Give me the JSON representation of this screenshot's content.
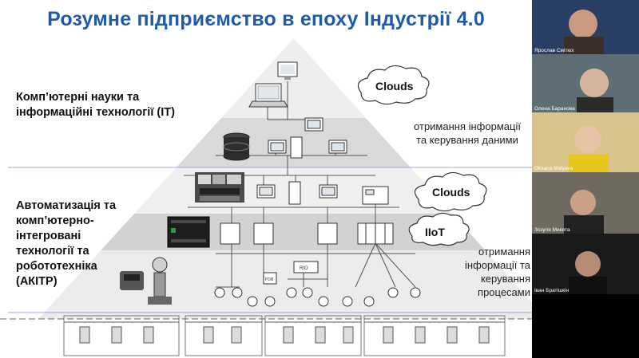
{
  "slide": {
    "title": "Розумне підприємство в епоху Індустрії 4.0",
    "it_label": [
      "Комп’ютерні науки та",
      "інформаційні технології (IT)"
    ],
    "akitr_label": [
      "Автоматизація та",
      "комп’ютерно-",
      "інтегровані",
      "технології та",
      "робототехніка",
      "(АКІТР)"
    ],
    "clouds_top": "Clouds",
    "clouds_mid": "Clouds",
    "iiot": "IIoT",
    "right_text_1": [
      "отримання інформації",
      "та керування даними"
    ],
    "right_text_2": [
      "отримання",
      "інформації та",
      "керування",
      "процесами"
    ],
    "rio_label": "RIO",
    "pdb_label": "PDB"
  },
  "participants": [
    {
      "name": "Ярослав Смітюх",
      "bg": "#2a3f66"
    },
    {
      "name": "Олена Баранова",
      "bg": "#5f6e74"
    },
    {
      "name": "Oksana Malyava",
      "bg": "#d8c48c"
    },
    {
      "name": "Зозуля Микита",
      "bg": "#6e6a5f"
    },
    {
      "name": "Іван Братішкін",
      "bg": "#1a1a1a"
    }
  ],
  "colors": {
    "title": "#1f5ba8",
    "band_dark": "#cfcfcf",
    "band_light": "#e6e6e6",
    "divider": "#9aaed0"
  }
}
